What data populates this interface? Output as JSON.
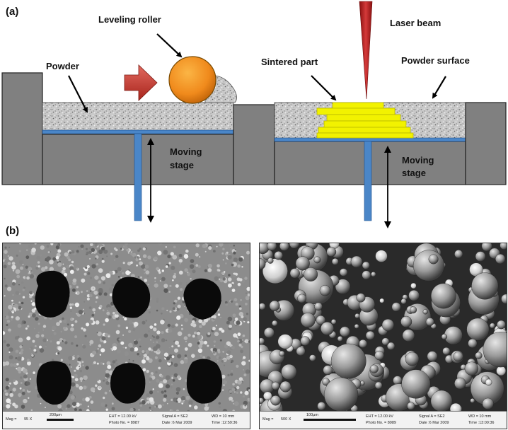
{
  "panel_a": {
    "label": "(a)",
    "leveling_roller": "Leveling roller",
    "powder": "Powder",
    "moving_stage_left_1": "Moving",
    "moving_stage_left_2": "stage",
    "laser_beam": "Laser beam",
    "sintered_part": "Sintered part",
    "powder_surface": "Powder surface",
    "moving_stage_right_1": "Moving",
    "moving_stage_right_2": "stage"
  },
  "panel_b": {
    "label": "(b)",
    "left_sem": {
      "mag": "Mag =",
      "mag_value": "95 X",
      "scale": "200µm",
      "eht": "EHT = 12.00 kV",
      "photo": "Photo No. = 8987",
      "signal": "Signal A = SE2",
      "date": "Date :6 Mar 2009",
      "wd": "WD =   10 mm",
      "time": "Time :12:59:36"
    },
    "right_sem": {
      "mag": "Mag =",
      "mag_value": "500 X",
      "scale": "100µm",
      "eht": "EHT = 12.00 kV",
      "photo": "Photo No. = 8989",
      "signal": "Signal A = SE2",
      "date": "Date :6 Mar 2009",
      "wd": "WD =   10 mm",
      "time": "Time :13:00:36"
    }
  },
  "colors": {
    "block": "#808080",
    "stage": "#4a86c8",
    "roller": "#f08a1c",
    "arrow_red": "#c0302a",
    "laser": "#b22222",
    "sintered": "#f2f200"
  }
}
